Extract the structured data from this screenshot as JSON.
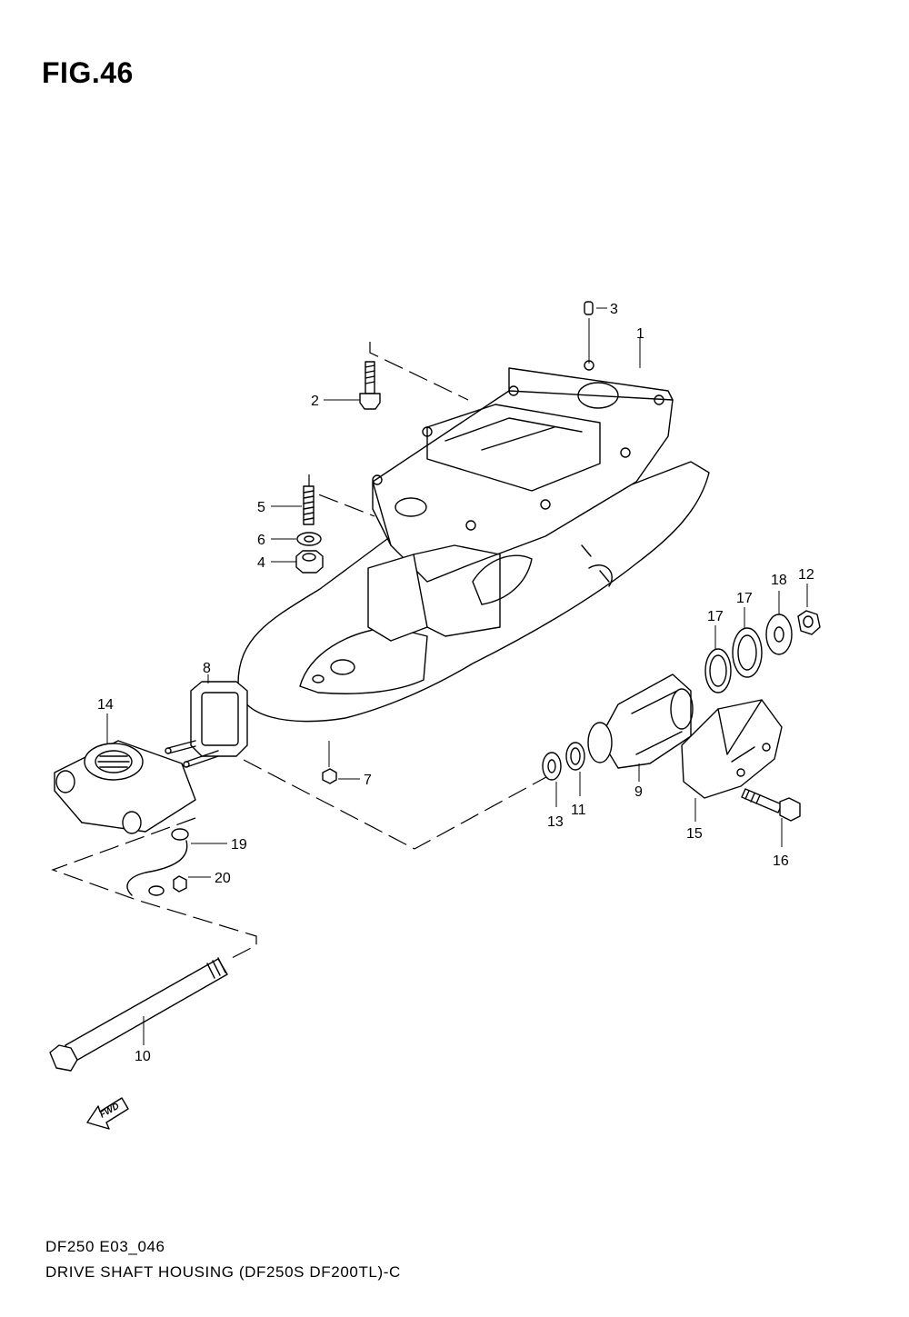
{
  "figure": {
    "title": "FIG.46",
    "code": "DF250 E03_046",
    "caption": "DRIVE SHAFT HOUSING (DF250S DF200TL)-C",
    "fwd_label": "FWD"
  },
  "callouts": [
    {
      "id": "1",
      "label": "1"
    },
    {
      "id": "2",
      "label": "2"
    },
    {
      "id": "3",
      "label": "3"
    },
    {
      "id": "4",
      "label": "4"
    },
    {
      "id": "5",
      "label": "5"
    },
    {
      "id": "6",
      "label": "6"
    },
    {
      "id": "7",
      "label": "7"
    },
    {
      "id": "8",
      "label": "8"
    },
    {
      "id": "9",
      "label": "9"
    },
    {
      "id": "10",
      "label": "10"
    },
    {
      "id": "11",
      "label": "11"
    },
    {
      "id": "12",
      "label": "12"
    },
    {
      "id": "13",
      "label": "13"
    },
    {
      "id": "14",
      "label": "14"
    },
    {
      "id": "15",
      "label": "15"
    },
    {
      "id": "16",
      "label": "16"
    },
    {
      "id": "17a",
      "label": "17"
    },
    {
      "id": "17b",
      "label": "17"
    },
    {
      "id": "18",
      "label": "18"
    },
    {
      "id": "19",
      "label": "19"
    },
    {
      "id": "20",
      "label": "20"
    }
  ]
}
